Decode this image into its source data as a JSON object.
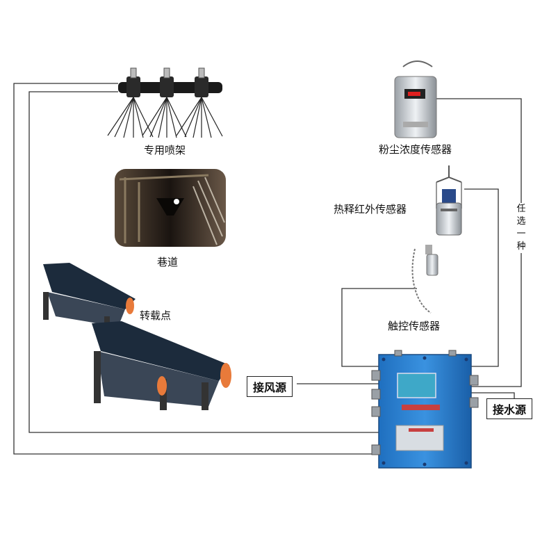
{
  "labels": {
    "spray_rack": "专用喷架",
    "tunnel": "巷道",
    "transfer_point": "转载点",
    "dust_sensor": "粉尘浓度传感器",
    "infrared_sensor": "热释红外传感器",
    "touch_sensor": "触控传感器",
    "air_source": "接风源",
    "water_source": "接水源",
    "choose_one": "任选一种"
  },
  "colors": {
    "line": "#333333",
    "controller": "#2a7fd0",
    "belt": "#1c2b3c",
    "roller": "#e87a3a",
    "screen": "#3ea8c8"
  }
}
